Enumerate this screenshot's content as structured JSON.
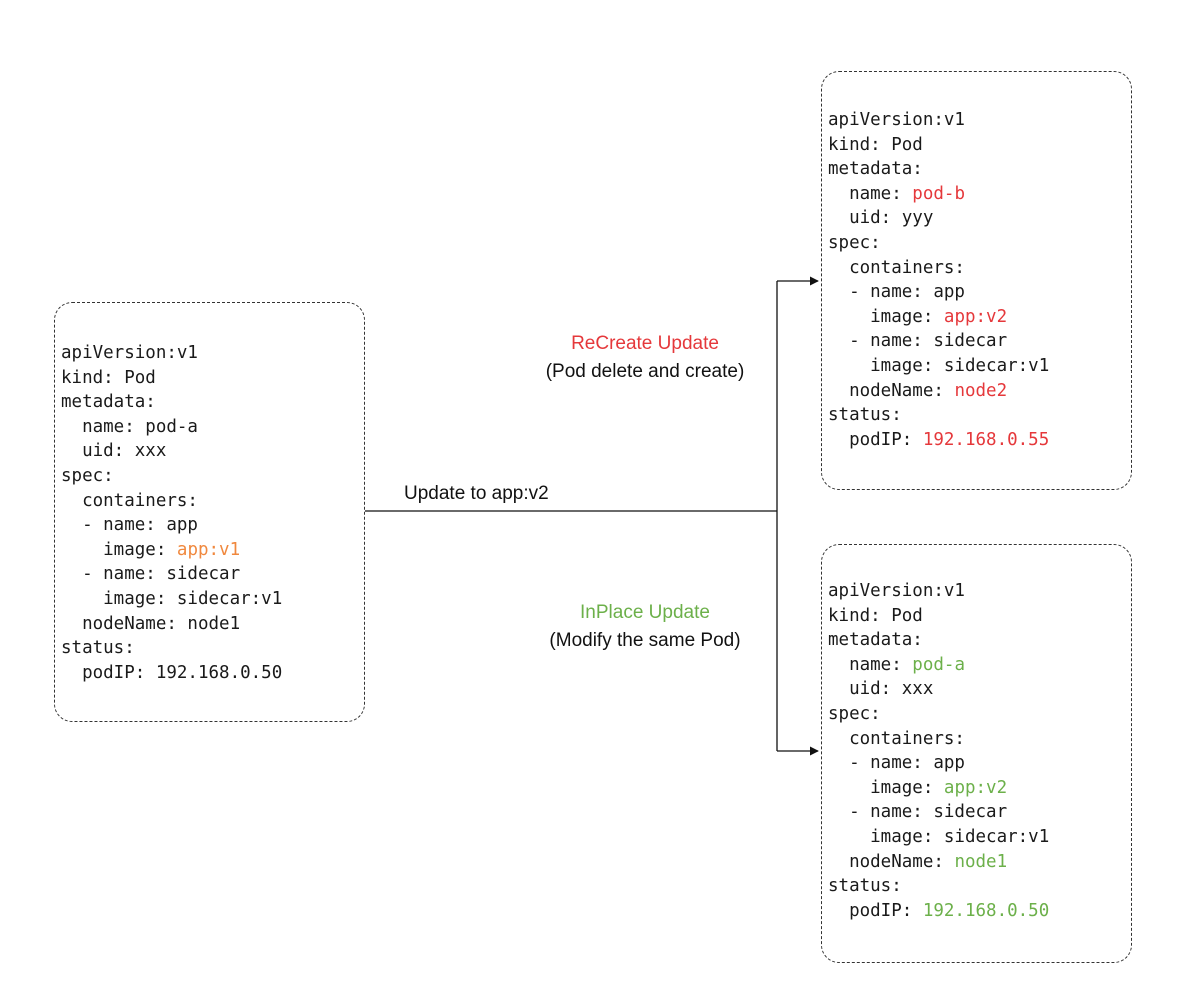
{
  "colors": {
    "default": "#1a1a1a",
    "orange": "#f0883e",
    "red": "#e5383b",
    "green": "#6cb04a",
    "line": "#111111"
  },
  "labels": {
    "update_to": "Update to app:v2",
    "recreate_title": "ReCreate Update",
    "recreate_subtitle": "(Pod delete and create)",
    "inplace_title": "InPlace Update",
    "inplace_subtitle": "(Modify the same Pod)"
  },
  "pods": {
    "original": {
      "lines": [
        {
          "k": "apiVersion:v1",
          "v": "",
          "c": "default"
        },
        {
          "k": "kind: Pod",
          "v": "",
          "c": "default"
        },
        {
          "k": "metadata:",
          "v": "",
          "c": "default"
        },
        {
          "k": "  name: pod-a",
          "v": "",
          "c": "default"
        },
        {
          "k": "  uid: xxx",
          "v": "",
          "c": "default"
        },
        {
          "k": "spec:",
          "v": "",
          "c": "default"
        },
        {
          "k": "  containers:",
          "v": "",
          "c": "default"
        },
        {
          "k": "  - name: app",
          "v": "",
          "c": "default"
        },
        {
          "k": "    image: ",
          "v": "app:v1",
          "c": "orange"
        },
        {
          "k": "  - name: sidecar",
          "v": "",
          "c": "default"
        },
        {
          "k": "    image: sidecar:v1",
          "v": "",
          "c": "default"
        },
        {
          "k": "  nodeName: node1",
          "v": "",
          "c": "default"
        },
        {
          "k": "status:",
          "v": "",
          "c": "default"
        },
        {
          "k": "  podIP: 192.168.0.50",
          "v": "",
          "c": "default"
        }
      ]
    },
    "recreated": {
      "lines": [
        {
          "k": "apiVersion:v1",
          "v": "",
          "c": "default"
        },
        {
          "k": "kind: Pod",
          "v": "",
          "c": "default"
        },
        {
          "k": "metadata:",
          "v": "",
          "c": "default"
        },
        {
          "k": "  name: ",
          "v": "pod-b",
          "c": "red"
        },
        {
          "k": "  uid: yyy",
          "v": "",
          "c": "default"
        },
        {
          "k": "spec:",
          "v": "",
          "c": "default"
        },
        {
          "k": "  containers:",
          "v": "",
          "c": "default"
        },
        {
          "k": "  - name: app",
          "v": "",
          "c": "default"
        },
        {
          "k": "    image: ",
          "v": "app:v2",
          "c": "red"
        },
        {
          "k": "  - name: sidecar",
          "v": "",
          "c": "default"
        },
        {
          "k": "    image: sidecar:v1",
          "v": "",
          "c": "default"
        },
        {
          "k": "  nodeName: ",
          "v": "node2",
          "c": "red"
        },
        {
          "k": "status:",
          "v": "",
          "c": "default"
        },
        {
          "k": "  podIP: ",
          "v": "192.168.0.55",
          "c": "red"
        }
      ]
    },
    "inplace": {
      "lines": [
        {
          "k": "apiVersion:v1",
          "v": "",
          "c": "default"
        },
        {
          "k": "kind: Pod",
          "v": "",
          "c": "default"
        },
        {
          "k": "metadata:",
          "v": "",
          "c": "default"
        },
        {
          "k": "  name: ",
          "v": "pod-a",
          "c": "green"
        },
        {
          "k": "  uid: xxx",
          "v": "",
          "c": "default"
        },
        {
          "k": "spec:",
          "v": "",
          "c": "default"
        },
        {
          "k": "  containers:",
          "v": "",
          "c": "default"
        },
        {
          "k": "  - name: app",
          "v": "",
          "c": "default"
        },
        {
          "k": "    image: ",
          "v": "app:v2",
          "c": "green"
        },
        {
          "k": "  - name: sidecar",
          "v": "",
          "c": "default"
        },
        {
          "k": "    image: sidecar:v1",
          "v": "",
          "c": "default"
        },
        {
          "k": "  nodeName: ",
          "v": "node1",
          "c": "green"
        },
        {
          "k": "status:",
          "v": "",
          "c": "default"
        },
        {
          "k": "  podIP: ",
          "v": "192.168.0.50",
          "c": "green"
        }
      ]
    }
  }
}
